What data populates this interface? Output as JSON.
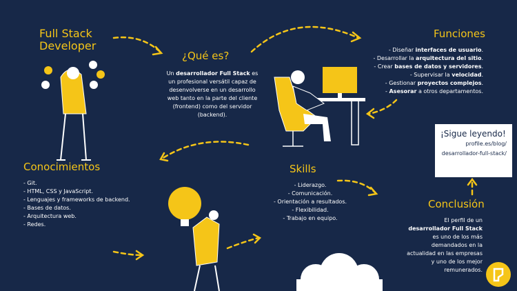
{
  "title": {
    "line1": "Full Stack",
    "line2": "Developer"
  },
  "que_es": {
    "heading": "¿Qué es?",
    "body_pre": "Un ",
    "body_bold": "desarrollador Full Stack",
    "body_post": " es un profesional versátil capaz de desenvolverse en un desarrollo web tanto en la parte del cliente (frontend) como del servidor (backend)."
  },
  "funciones": {
    "heading": "Funciones",
    "items": [
      {
        "pre": "- Diseñar ",
        "bold": "interfaces de usuario",
        "post": "."
      },
      {
        "pre": "- Desarrollar la ",
        "bold": "arquitectura del sitio",
        "post": "."
      },
      {
        "pre": "- Crear ",
        "bold": "bases de datos y servidores",
        "post": "."
      },
      {
        "pre": "- Supervisar la ",
        "bold": "velocidad",
        "post": "."
      },
      {
        "pre": "- Gestionar ",
        "bold": "proyectos complejos",
        "post": "."
      },
      {
        "pre": "- ",
        "bold": "Asesorar",
        "post": " a otros departamentos."
      }
    ]
  },
  "conocimientos": {
    "heading": "Conocimientos",
    "items": [
      "- Git.",
      "- HTML, CSS y JavaScript.",
      "- Lenguajes y frameworks de backend.",
      "- Bases de datos.",
      "- Arquitectura web.",
      "- Redes."
    ]
  },
  "skills": {
    "heading": "Skills",
    "items": [
      "- Liderazgo.",
      "- Comunicación.",
      "- Orientación a resultados.",
      "- Flexibilidad.",
      "- Trabajo en equipo."
    ]
  },
  "conclusion": {
    "heading": "Conclusión",
    "body_pre": "El perfil de un ",
    "body_bold": "desarrollador Full Stack",
    "body_post": " es uno de los más demandados en la actualidad en las empresas y uno de los mejor remunerados."
  },
  "sigue": {
    "title": "¡Sigue leyendo!",
    "url_line1": "profile.es/blog/",
    "url_line2": "desarrollador-full-stack/"
  },
  "colors": {
    "background": "#172848",
    "accent": "#f5c518",
    "text": "#ffffff"
  },
  "icons": [
    "dev-juggling-illustration",
    "dev-at-desk-illustration",
    "lightbulb-person-illustration",
    "cloud-illustration",
    "brand-logo-icon",
    "dashed-arrow-icon"
  ]
}
